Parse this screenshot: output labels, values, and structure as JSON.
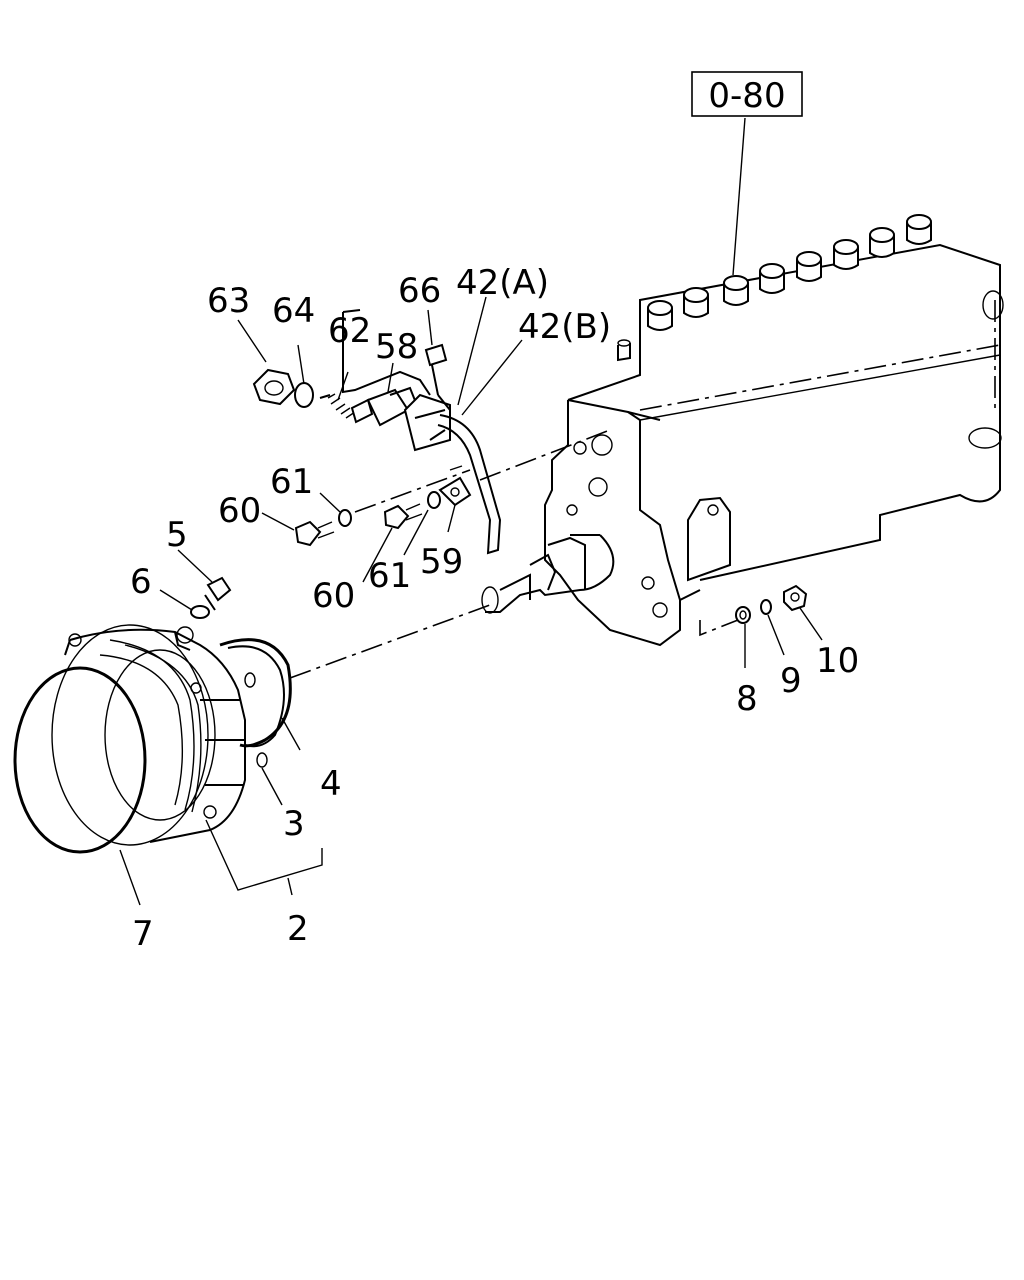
{
  "reference_box": "0-80",
  "callouts": {
    "c2": "2",
    "c3": "3",
    "c4": "4",
    "c5": "5",
    "c6": "6",
    "c7": "7",
    "c8": "8",
    "c9": "9",
    "c10": "10",
    "c42a": "42(A)",
    "c42b": "42(B)",
    "c58": "58",
    "c59": "59",
    "c60a": "60",
    "c60b": "60",
    "c61a": "61",
    "c61b": "61",
    "c62": "62",
    "c63": "63",
    "c64": "64",
    "c66": "66"
  }
}
